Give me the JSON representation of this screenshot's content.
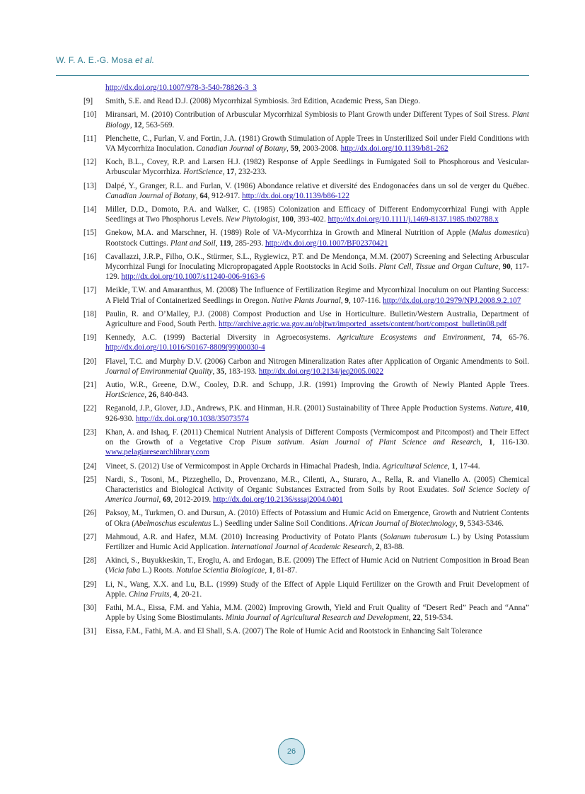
{
  "header": {
    "author": "W. F. A. E.-G. Mosa",
    "etal": "et al."
  },
  "continuation_link": "http://dx.doi.org/10.1007/978-3-540-78826-3_3",
  "references": [
    {
      "num": "[9]",
      "parts": [
        {
          "t": "Smith, S.E. and Read D.J. (2008) Mycorrhizal Symbiosis. 3rd Edition, Academic Press, San Diego."
        }
      ]
    },
    {
      "num": "[10]",
      "parts": [
        {
          "t": "Miransari, M. (2010) Contribution of Arbuscular Mycorrhizal Symbiosis to Plant Growth under Different Types of Soil Stress. "
        },
        {
          "t": "Plant Biology",
          "s": "i"
        },
        {
          "t": ", "
        },
        {
          "t": "12",
          "s": "b"
        },
        {
          "t": ", 563-569."
        }
      ]
    },
    {
      "num": "[11]",
      "parts": [
        {
          "t": "Plenchette, C., Furlan, V. and Fortin, J.A. (1981) Growth Stimulation of Apple Trees in Unsterilized Soil under Field Conditions with VA Mycorrhiza Inoculation. "
        },
        {
          "t": "Canadian Journal of Botany",
          "s": "i"
        },
        {
          "t": ", "
        },
        {
          "t": "59",
          "s": "b"
        },
        {
          "t": ", 2003-2008. "
        },
        {
          "t": "http://dx.doi.org/10.1139/b81-262",
          "s": "a"
        }
      ]
    },
    {
      "num": "[12]",
      "parts": [
        {
          "t": "Koch, B.L., Covey, R.P. and Larsen H.J. (1982) Response of Apple Seedlings in Fumigated Soil to Phosphorous and Vesicular-Arbuscular Mycorrhiza. "
        },
        {
          "t": "HortScience",
          "s": "i"
        },
        {
          "t": ", "
        },
        {
          "t": "17",
          "s": "b"
        },
        {
          "t": ", 232-233."
        }
      ]
    },
    {
      "num": "[13]",
      "parts": [
        {
          "t": "Dalpé, Y., Granger, R.L. and Furlan, V. (1986) Abondance relative et diversité des Endogonacées dans un sol de verger du Québec. "
        },
        {
          "t": "Canadian Journal of Botany",
          "s": "i"
        },
        {
          "t": ", "
        },
        {
          "t": "64",
          "s": "b"
        },
        {
          "t": ", 912-917. "
        },
        {
          "t": "http://dx.doi.org/10.1139/b86-122",
          "s": "a"
        }
      ]
    },
    {
      "num": "[14]",
      "parts": [
        {
          "t": "Miller, D.D., Domoto, P.A. and Walker, C. (1985) Colonization and Efficacy of Different Endomycorrhizal Fungi with Apple Seedlings at Two Phosphorus Levels. "
        },
        {
          "t": "New Phytologist",
          "s": "i"
        },
        {
          "t": ", "
        },
        {
          "t": "100",
          "s": "b"
        },
        {
          "t": ", 393-402. "
        },
        {
          "t": "http://dx.doi.org/10.1111/j.1469-8137.1985.tb02788.x",
          "s": "a"
        }
      ]
    },
    {
      "num": "[15]",
      "parts": [
        {
          "t": "Gnekow, M.A. and Marschner, H. (1989) Role of VA-Mycorrhiza in Growth and Mineral Nutrition of Apple ("
        },
        {
          "t": "Malus domestica",
          "s": "i"
        },
        {
          "t": ") Rootstock Cuttings. "
        },
        {
          "t": "Plant and Soil",
          "s": "i"
        },
        {
          "t": ", "
        },
        {
          "t": "119",
          "s": "b"
        },
        {
          "t": ", 285-293. "
        },
        {
          "t": "http://dx.doi.org/10.1007/BF02370421",
          "s": "a"
        }
      ]
    },
    {
      "num": "[16]",
      "parts": [
        {
          "t": "Cavallazzi, J.R.P., Filho, O.K., Stürmer, S.L., Rygiewicz, P.T. and De Mendonça, M.M. (2007) Screening and Selecting Arbuscular Mycorrhizal Fungi for Inoculating Micropropagated Apple Rootstocks in Acid Soils. "
        },
        {
          "t": "Plant Cell, Tissue and Organ Culture",
          "s": "i"
        },
        {
          "t": ", "
        },
        {
          "t": "90",
          "s": "b"
        },
        {
          "t": ", 117-129. "
        },
        {
          "t": "http://dx.doi.org/10.1007/s11240-006-9163-6",
          "s": "a"
        }
      ]
    },
    {
      "num": "[17]",
      "parts": [
        {
          "t": "Meikle, T.W. and Amaranthus, M. (2008) The Influence of Fertilization Regime and Mycorrhizal Inoculum on out Planting Success: A Field Trial of Containerized Seedlings in Oregon. "
        },
        {
          "t": "Native Plants Journal",
          "s": "i"
        },
        {
          "t": ", "
        },
        {
          "t": "9",
          "s": "b"
        },
        {
          "t": ", 107-116. "
        },
        {
          "t": "http://dx.doi.org/10.2979/NPJ.2008.9.2.107",
          "s": "a"
        }
      ]
    },
    {
      "num": "[18]",
      "parts": [
        {
          "t": "Paulin, R. and O’Malley, P.J. (2008) Compost Production and Use in Horticulture. Bulletin/Western Australia, Department of Agriculture and Food, South Perth. "
        },
        {
          "t": "http://archive.agric.wa.gov.au/objtwr/imported_assets/content/hort/compost_bulletin08.pdf",
          "s": "a"
        }
      ]
    },
    {
      "num": "[19]",
      "parts": [
        {
          "t": "Kennedy, A.C. (1999) Bacterial Diversity in Agroecosystems. "
        },
        {
          "t": "Agriculture Ecosystems and Environment",
          "s": "i"
        },
        {
          "t": ", "
        },
        {
          "t": "74",
          "s": "b"
        },
        {
          "t": ", 65-76. "
        },
        {
          "t": "http://dx.doi.org/10.1016/S0167-8809(99)00030-4",
          "s": "a"
        }
      ]
    },
    {
      "num": "[20]",
      "parts": [
        {
          "t": "Flavel, T.C. and Murphy D.V. (2006) Carbon and Nitrogen Mineralization Rates after Application of Organic Amendments to Soil. "
        },
        {
          "t": "Journal of Environmental Quality",
          "s": "i"
        },
        {
          "t": ", "
        },
        {
          "t": "35",
          "s": "b"
        },
        {
          "t": ", 183-193. "
        },
        {
          "t": "http://dx.doi.org/10.2134/jeq2005.0022",
          "s": "a"
        }
      ]
    },
    {
      "num": "[21]",
      "parts": [
        {
          "t": "Autio, W.R., Greene, D.W., Cooley, D.R. and Schupp, J.R. (1991) Improving the Growth of Newly Planted Apple Trees. "
        },
        {
          "t": "HortScience",
          "s": "i"
        },
        {
          "t": ", "
        },
        {
          "t": "26",
          "s": "b"
        },
        {
          "t": ", 840-843."
        }
      ]
    },
    {
      "num": "[22]",
      "parts": [
        {
          "t": "Reganold, J.P., Glover, J.D., Andrews, P.K. and Hinman, H.R. (2001) Sustainability of Three Apple Production Systems. "
        },
        {
          "t": "Nature",
          "s": "i"
        },
        {
          "t": ", "
        },
        {
          "t": "410",
          "s": "b"
        },
        {
          "t": ", 926-930. "
        },
        {
          "t": "http://dx.doi.org/10.1038/35073574",
          "s": "a"
        }
      ]
    },
    {
      "num": "[23]",
      "parts": [
        {
          "t": "Khan, A. and Ishaq, F. (2011) Chemical Nutrient Analysis of Different Composts (Vermicompost and Pitcompost) and Their Effect on the Growth of a Vegetative Crop "
        },
        {
          "t": "Pisum sativum",
          "s": "i"
        },
        {
          "t": ". "
        },
        {
          "t": "Asian Journal of Plant Science and Research",
          "s": "i"
        },
        {
          "t": ", "
        },
        {
          "t": "1",
          "s": "b"
        },
        {
          "t": ", 116-130. "
        },
        {
          "t": "www.pelagiaresearchlibrary.com",
          "s": "a"
        }
      ]
    },
    {
      "num": "[24]",
      "parts": [
        {
          "t": "Vineet, S. (2012) Use of Vermicompost in Apple Orchards in Himachal Pradesh, India. "
        },
        {
          "t": "Agricultural Science",
          "s": "i"
        },
        {
          "t": ", "
        },
        {
          "t": "1",
          "s": "b"
        },
        {
          "t": ", 17-44."
        }
      ]
    },
    {
      "num": "[25]",
      "parts": [
        {
          "t": "Nardi, S., Tosoni, M., Pizzeghello, D., Provenzano, M.R., Cilenti, A., Sturaro, A., Rella, R. and Vianello A. (2005) Chemical Characteristics and Biological Activity of Organic Substances Extracted from Soils by Root Exudates. "
        },
        {
          "t": "Soil Science Society of America Journal",
          "s": "i"
        },
        {
          "t": ", "
        },
        {
          "t": "69",
          "s": "b"
        },
        {
          "t": ", 2012-2019. "
        },
        {
          "t": "http://dx.doi.org/10.2136/sssaj2004.0401",
          "s": "a"
        }
      ]
    },
    {
      "num": "[26]",
      "parts": [
        {
          "t": "Paksoy, M., Turkmen, O. and Dursun, A. (2010) Effects of Potassium and Humic Acid on Emergence, Growth and Nutrient Contents of Okra ("
        },
        {
          "t": "Abelmoschus esculentus",
          "s": "i"
        },
        {
          "t": " L.) Seedling under Saline Soil Conditions. "
        },
        {
          "t": "African Journal of Biotechnology",
          "s": "i"
        },
        {
          "t": ", "
        },
        {
          "t": "9",
          "s": "b"
        },
        {
          "t": ", 5343-5346."
        }
      ]
    },
    {
      "num": "[27]",
      "parts": [
        {
          "t": "Mahmoud, A.R. and Hafez, M.M. (2010) Increasing Productivity of Potato Plants ("
        },
        {
          "t": "Solanum tuberosum",
          "s": "i"
        },
        {
          "t": " L.) by Using Potassium Fertilizer and Humic Acid Application. "
        },
        {
          "t": "International Journal of Academic Research",
          "s": "i"
        },
        {
          "t": ", "
        },
        {
          "t": "2",
          "s": "b"
        },
        {
          "t": ", 83-88."
        }
      ]
    },
    {
      "num": "[28]",
      "parts": [
        {
          "t": "Akinci, S., Buyukkeskin, T., Eroglu, A. and Erdogan, B.E. (2009) The Effect of Humic Acid on Nutrient Composition in Broad Bean ("
        },
        {
          "t": "Vicia faba",
          "s": "i"
        },
        {
          "t": " L.) Roots. "
        },
        {
          "t": "Notulae Scientia Biologicae",
          "s": "i"
        },
        {
          "t": ", "
        },
        {
          "t": "1",
          "s": "b"
        },
        {
          "t": ", 81-87."
        }
      ]
    },
    {
      "num": "[29]",
      "parts": [
        {
          "t": "Li, N., Wang, X.X. and Lu, B.L. (1999) Study of the Effect of Apple Liquid Fertilizer on the Growth and Fruit Development of Apple. "
        },
        {
          "t": "China Fruits",
          "s": "i"
        },
        {
          "t": ", "
        },
        {
          "t": "4",
          "s": "b"
        },
        {
          "t": ", 20-21."
        }
      ]
    },
    {
      "num": "[30]",
      "parts": [
        {
          "t": "Fathi, M.A., Eissa, F.M. and Yahia, M.M. (2002) Improving Growth, Yield and Fruit Quality of “Desert Red” Peach and “Anna” Apple by Using Some Biostimulants. "
        },
        {
          "t": "Minia Journal of Agricultural Research and Development",
          "s": "i"
        },
        {
          "t": ", "
        },
        {
          "t": "22",
          "s": "b"
        },
        {
          "t": ", 519-534."
        }
      ]
    },
    {
      "num": "[31]",
      "parts": [
        {
          "t": "Eissa, F.M., Fathi, M.A. and El Shall, S.A. (2007) The Role of Humic Acid and Rootstock in Enhancing Salt Tolerance"
        }
      ]
    }
  ],
  "page_number": "26",
  "colors": {
    "accent": "#2f7d91",
    "link": "#1a0dab",
    "page_circle_fill": "#cfe6ee"
  }
}
